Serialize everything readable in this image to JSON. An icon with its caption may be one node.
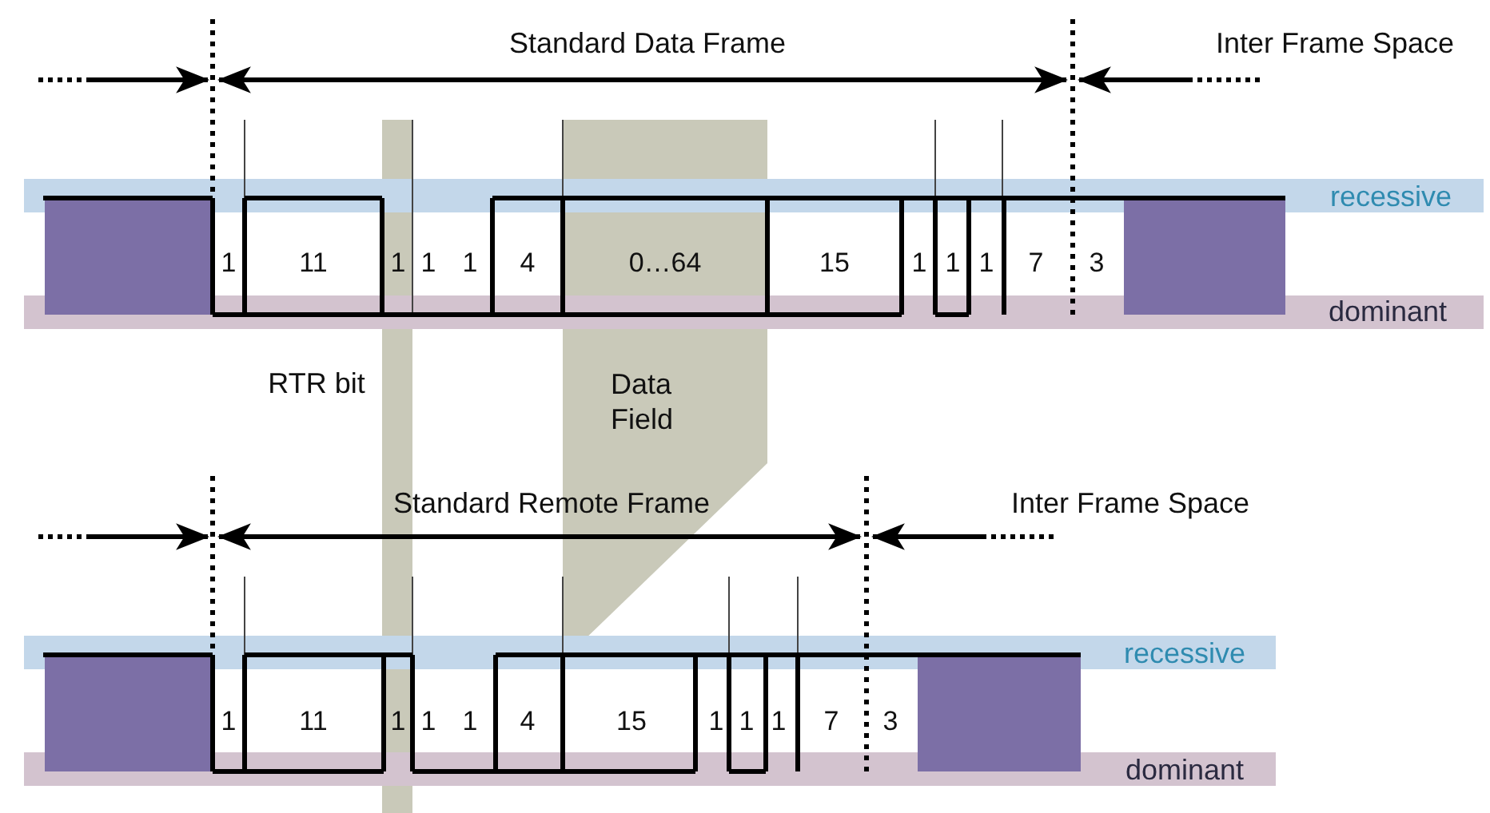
{
  "diagram": {
    "labels": [
      "Standard Data Frame",
      "Inter Frame Space",
      "recessive",
      "1",
      "11",
      "1",
      "1",
      "1",
      "4",
      "0…64",
      "15",
      "1",
      "1",
      "1",
      "7",
      "3",
      "dominant",
      "RTR bit",
      "Data Field",
      "Standard Remote Frame",
      "Inter Frame Space",
      "recessive",
      "1",
      "11",
      "1",
      "1",
      "1",
      "4",
      "15",
      "1",
      "1",
      "1",
      "7",
      "3",
      "dominant"
    ]
  }
}
